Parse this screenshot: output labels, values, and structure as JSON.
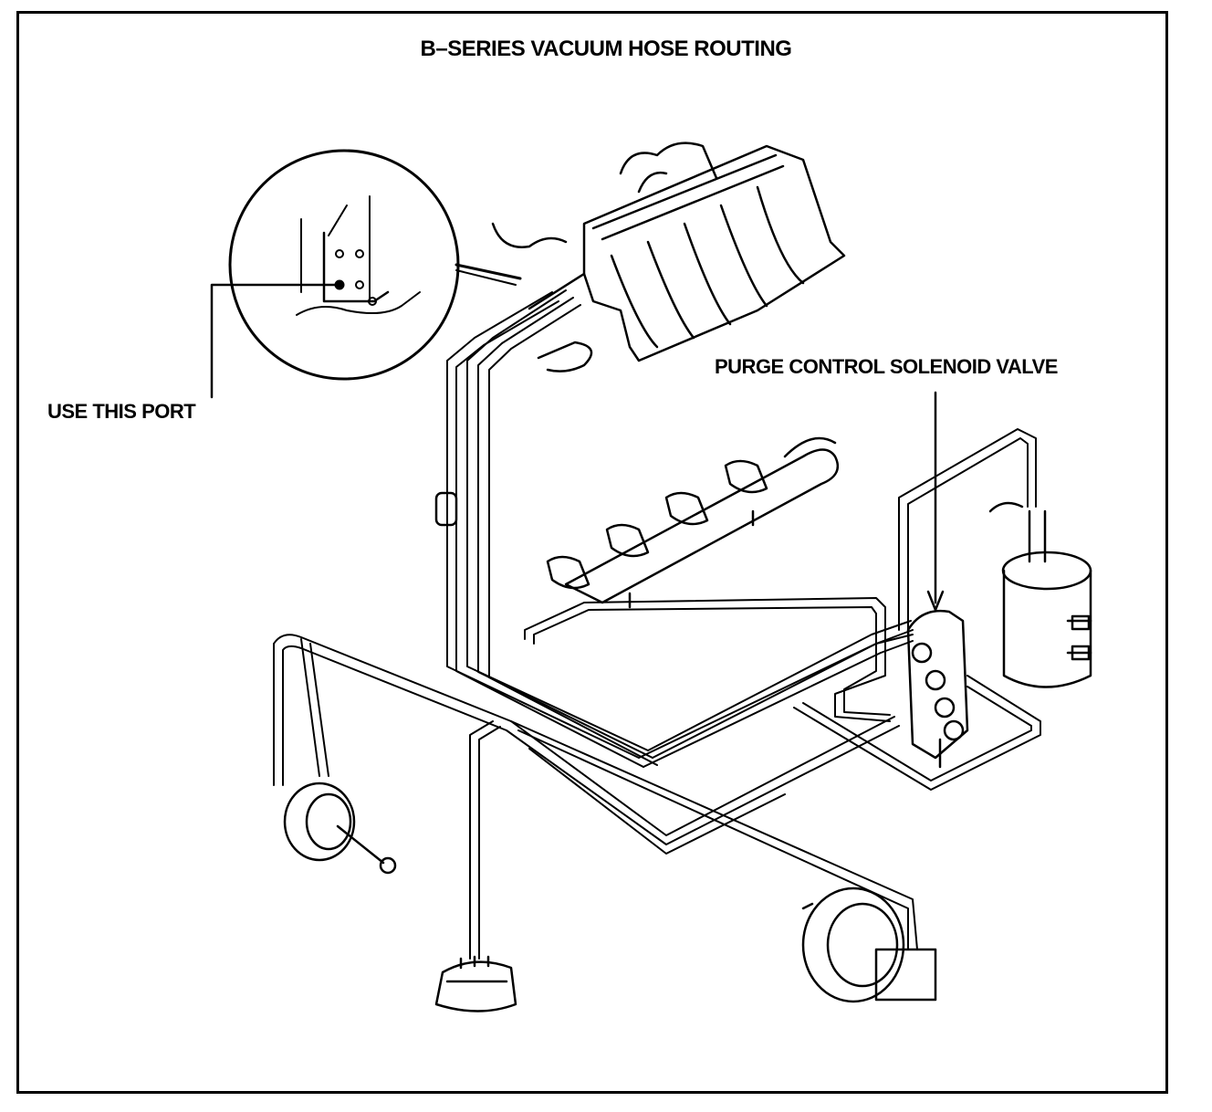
{
  "title": "B–SERIES VACUUM HOSE ROUTING",
  "labels": {
    "use_port": "USE THIS PORT",
    "purge_valve": "PURGE CONTROL SOLENOID VALVE"
  },
  "colors": {
    "ink": "#000000",
    "paper": "#ffffff"
  }
}
